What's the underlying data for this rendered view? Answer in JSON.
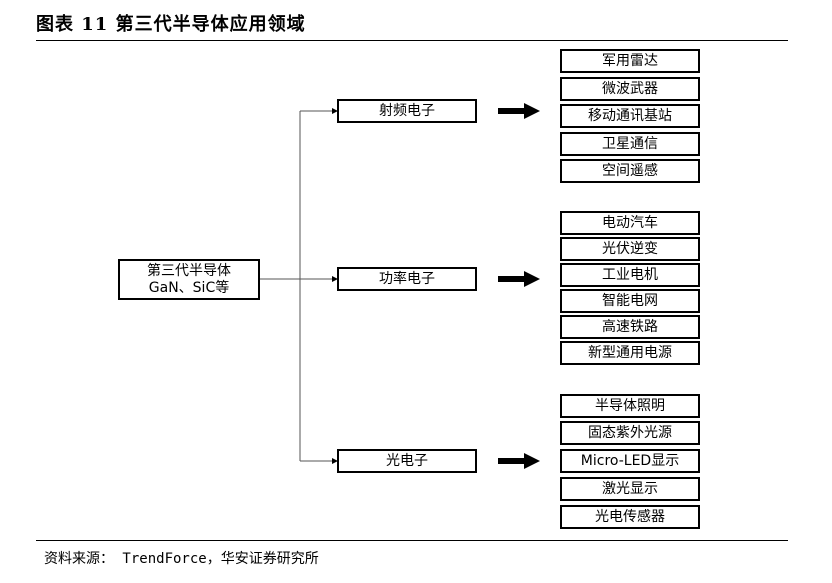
{
  "title": "图表 11  第三代半导体应用领域",
  "root": {
    "line1": "第三代半导体",
    "line2": "GaN、SiC等"
  },
  "categories": [
    {
      "label": "射频电子",
      "items": [
        "军用雷达",
        "微波武器",
        "移动通讯基站",
        "卫星通信",
        "空间遥感"
      ]
    },
    {
      "label": "功率电子",
      "items": [
        "电动汽车",
        "光伏逆变",
        "工业电机",
        "智能电网",
        "高速铁路",
        "新型通用电源"
      ]
    },
    {
      "label": "光电子",
      "items": [
        "半导体照明",
        "固态紫外光源",
        "Micro-LED显示",
        "激光显示",
        "光电传感器"
      ]
    }
  ],
  "source": "资料来源： TrendForce，华安证券研究所"
}
